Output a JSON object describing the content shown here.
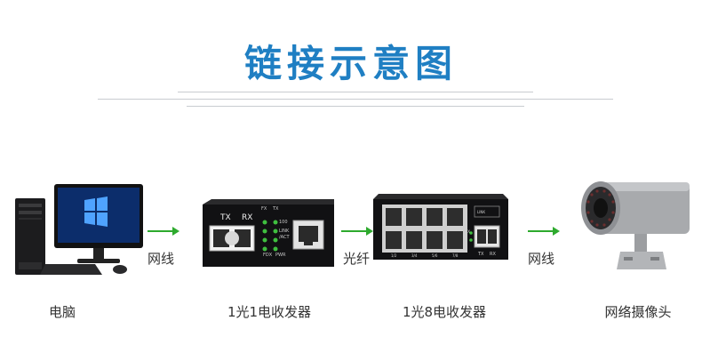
{
  "title": "链接示意图",
  "colors": {
    "title": "#1f7fc3",
    "arrow": "#2eaa2e",
    "device_body": "#1c1c1e",
    "port": "#d8d8d8",
    "camera": "#a8aaad"
  },
  "devices": [
    {
      "id": "pc",
      "label": "电脑",
      "icon": "computer-icon"
    },
    {
      "id": "mc1",
      "label": "1光1电收发器",
      "icon": "media-converter-icon",
      "panel": {
        "tx": "TX",
        "rx": "RX",
        "fx": "FX",
        "tx2": "TX",
        "speed": "100",
        "link": "LINK",
        "act": "/ACT",
        "fdx": "FDX",
        "pwr": "PWR"
      }
    },
    {
      "id": "mc8",
      "label": "1光8电收发器",
      "icon": "switch-icon",
      "panel": {
        "ports": [
          "1/2",
          "3/4",
          "5/6",
          "7/8"
        ],
        "link": "LINK",
        "tx": "TX",
        "rx": "RX",
        "fx": "FX"
      }
    },
    {
      "id": "cam",
      "label": "网络摄像头",
      "icon": "camera-icon"
    }
  ],
  "connections": [
    {
      "label": "网线"
    },
    {
      "label": "光纤"
    },
    {
      "label": "网线"
    }
  ]
}
